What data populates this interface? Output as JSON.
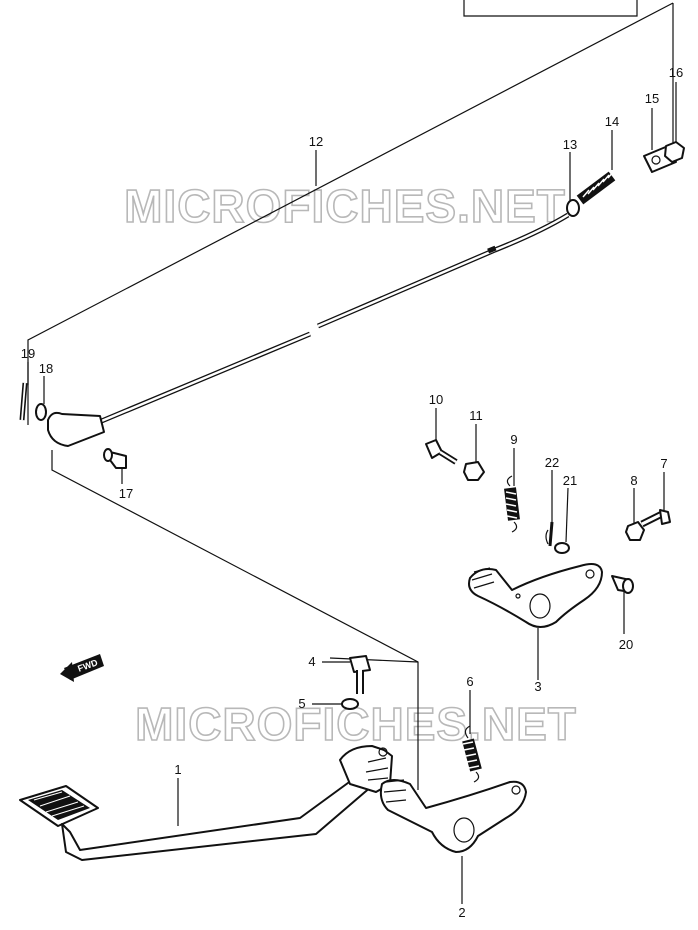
{
  "watermark": "MICROFICHES.NET",
  "fwd_label": "FWD",
  "part_numbers": {
    "p1": "1",
    "p2": "2",
    "p3": "3",
    "p4": "4",
    "p5": "5",
    "p6": "6",
    "p7": "7",
    "p8": "8",
    "p9": "9",
    "p10": "10",
    "p11": "11",
    "p12": "12",
    "p13": "13",
    "p14": "14",
    "p15": "15",
    "p16": "16",
    "p17": "17",
    "p18": "18",
    "p19": "19",
    "p20": "20",
    "p21": "21",
    "p22": "22"
  }
}
